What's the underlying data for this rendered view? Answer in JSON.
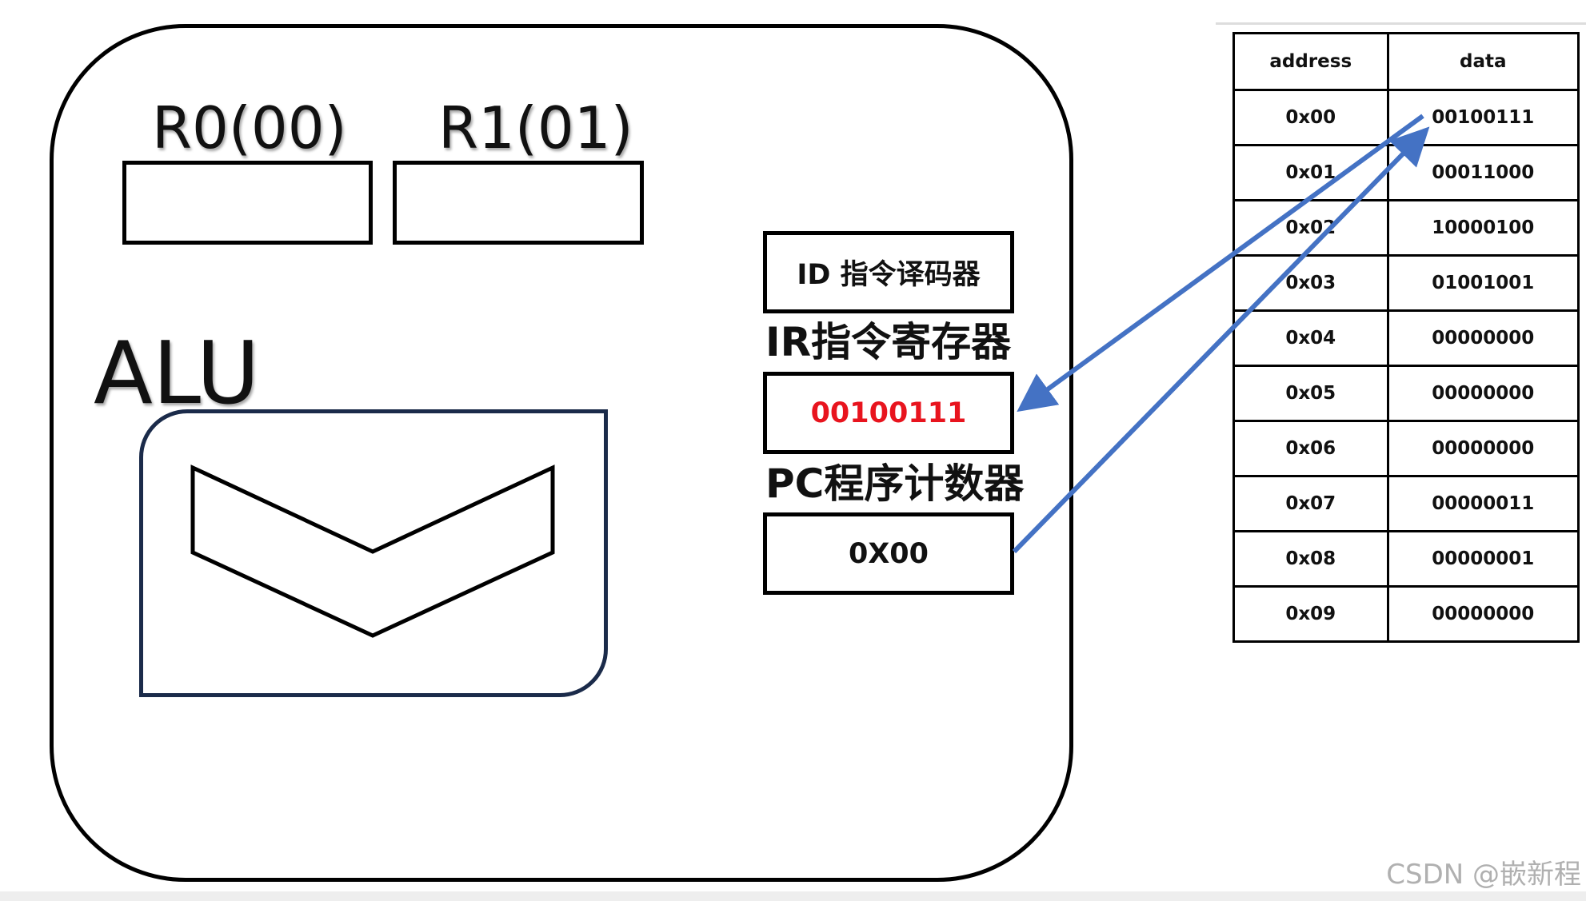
{
  "cpu": {
    "registers": [
      {
        "label": "R0(00)"
      },
      {
        "label": "R1(01)"
      }
    ],
    "alu": {
      "label": "ALU"
    },
    "id_unit": {
      "label": "ID 指令译码器"
    },
    "ir": {
      "title": "IR指令寄存器",
      "value": "00100111",
      "value_color": "#e8141e"
    },
    "pc": {
      "title": "PC程序计数器",
      "value": "0X00"
    }
  },
  "memory": {
    "headers": [
      "address",
      "data"
    ],
    "rows": [
      {
        "address": "0x00",
        "data": "00100111"
      },
      {
        "address": "0x01",
        "data": "00011000"
      },
      {
        "address": "0x02",
        "data": "10000100"
      },
      {
        "address": "0x03",
        "data": "01001001"
      },
      {
        "address": "0x04",
        "data": "00000000"
      },
      {
        "address": "0x05",
        "data": "00000000"
      },
      {
        "address": "0x06",
        "data": "00000000"
      },
      {
        "address": "0x07",
        "data": "00000011"
      },
      {
        "address": "0x08",
        "data": "00000001"
      },
      {
        "address": "0x09",
        "data": "00000000"
      }
    ]
  },
  "arrow_color": "#4472c4",
  "watermark": "CSDN @嵌新程"
}
